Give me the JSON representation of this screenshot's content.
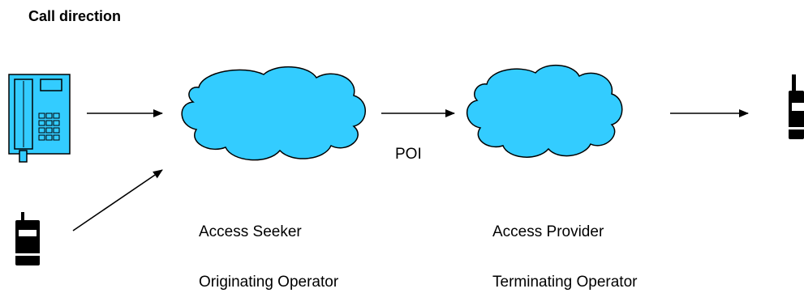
{
  "title": "Call direction",
  "poi_label": "POI",
  "originating_network": {
    "role": "Access Seeker",
    "operator": "Originating Operator"
  },
  "terminating_network": {
    "role": "Access Provider",
    "operator": "Terminating Operator"
  },
  "colors": {
    "cloud": "#33ccff",
    "phone": "#33ccff",
    "mobile": "#000000",
    "line": "#000000"
  },
  "icons": [
    "desk-phone-icon",
    "mobile-phone-icon",
    "cloud-icon",
    "arrow-icon"
  ]
}
